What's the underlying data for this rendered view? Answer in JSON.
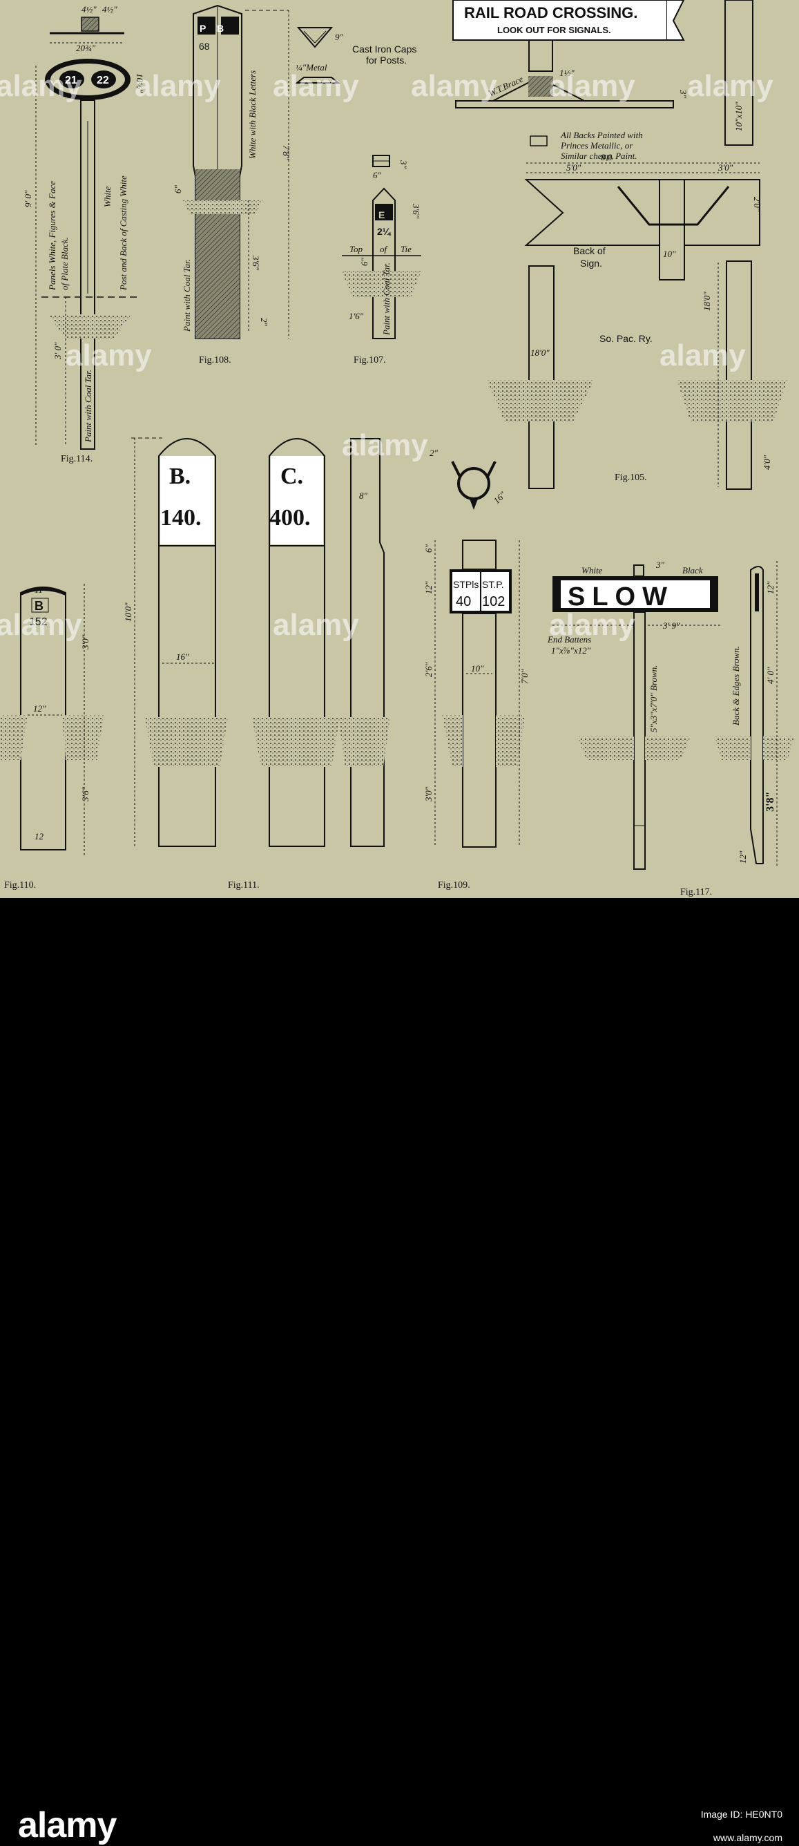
{
  "figures": {
    "fig114": {
      "caption": "Fig.114.",
      "plate_left": "21",
      "plate_right": "22",
      "dims": [
        "4½\"",
        "4½\"",
        "20¾\"",
        "10½\"",
        "9' 0\"",
        "3' 0\""
      ],
      "notes": [
        "Panels White, Figures & Face",
        "of Plate Black.",
        "White",
        "Post and Back of Casting White",
        "Paint with Coal Tar."
      ]
    },
    "fig108": {
      "caption": "Fig.108.",
      "letters": "P B",
      "number": "68",
      "dims": [
        "7'8\"",
        "3'6\"",
        "6\"",
        "2\""
      ],
      "notes": [
        "White with Black Letters",
        "Paint with Coal Tar."
      ]
    },
    "caps": {
      "note1": "Cast Iron Caps",
      "note2": "for Posts.",
      "metal": "¼\"Metal",
      "dim": "9\""
    },
    "fig107": {
      "caption": "Fig.107.",
      "letter": "E",
      "number": "2¼",
      "dims": [
        "6\"",
        "3\"",
        "6\"",
        "3'6\"",
        "1'6\""
      ],
      "top": "Top",
      "of": "of",
      "tie": "Tie",
      "note": "Paint with Coal Tar."
    },
    "fig105": {
      "caption": "Fig.105.",
      "sign_line1": "RAIL ROAD CROSSING.",
      "sign_line2": "LOOK OUT FOR SIGNALS.",
      "brace": "W.T.Brace",
      "back_note1": "All Backs Painted with",
      "back_note2": "Princes Metallic, or",
      "back_note3": "Similar cheap, Paint.",
      "back_label1": "Back of",
      "back_label2": "Sign.",
      "railway": "So. Pac. Ry.",
      "dims": [
        "5'0\"",
        "8 0",
        "3'0\"",
        "2'0\"",
        "10\"",
        "10\"x10\"",
        "18'0\"",
        "10\"",
        "4'0\"",
        "3\"",
        "1½\""
      ]
    },
    "fig111": {
      "caption": "Fig.111.",
      "post1_letter": "B.",
      "post1_number": "140.",
      "post2_letter": "C.",
      "post2_number": "400.",
      "dims": [
        "10'0\"",
        "16\"",
        "8\""
      ]
    },
    "fig110": {
      "caption": "Fig.110.",
      "letter": "B",
      "number": "152",
      "dims": [
        "11\"",
        "3'0\"",
        "12\"",
        "3'6\"",
        "12"
      ]
    },
    "fig109": {
      "caption": "Fig.109.",
      "label_left1": "STPls",
      "label_left2": "40",
      "label_right1": "ST.P.",
      "label_right2": "102",
      "dims": [
        "6\"",
        "12\"",
        "2'6\"",
        "10\"",
        "7'0\"",
        "3'0\"",
        "16\"",
        "2\""
      ]
    },
    "fig117": {
      "caption": "Fig.117.",
      "sign": "SLOW",
      "white": "White",
      "black": "Black",
      "dims": [
        "3\"",
        "3' 9\"",
        "12\"",
        "4' 0\"",
        "3'8\"",
        "12\""
      ],
      "battens1": "End Battens",
      "battens2": "1\"x⅞\"x12\"",
      "post_note": "5\"x3\"x7'0\" Brown.",
      "edge_note": "Back & Edges Brown."
    }
  },
  "watermark": "alamy",
  "footer": {
    "brand": "alamy",
    "image_id": "Image ID: HE0NT0",
    "url": "www.alamy.com"
  }
}
